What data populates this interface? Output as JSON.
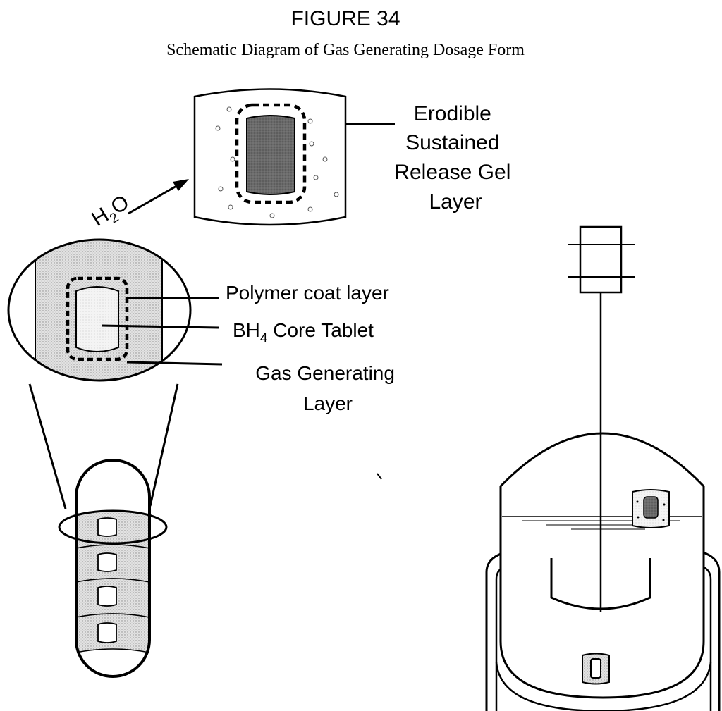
{
  "figure": {
    "number": "FIGURE 34",
    "caption": "Schematic Diagram of Gas Generating Dosage Form"
  },
  "labels": {
    "erodible_lines": [
      "Erodible",
      "Sustained",
      "Release Gel",
      "Layer"
    ],
    "polymer_coat": "Polymer coat layer",
    "core_main": "BH",
    "core_sub": "4",
    "core_rest": " Core Tablet",
    "gas_lines": [
      "Gas Generating",
      "Layer"
    ],
    "water_main": "H",
    "water_sub": "2",
    "water_rest": "O"
  },
  "colors": {
    "stroke": "#000000",
    "gel_layer": "#ffffff",
    "gas_layer": "#dcdcdc",
    "core": "#f2f2f2",
    "swollen_core": "#6e6e6e",
    "background": "#ffffff"
  }
}
